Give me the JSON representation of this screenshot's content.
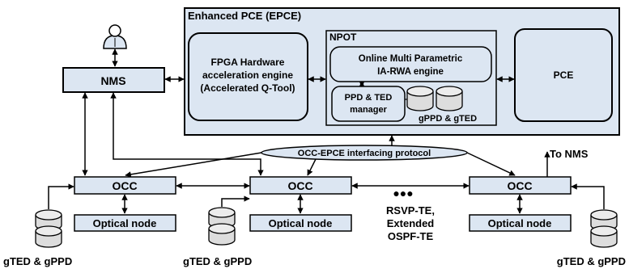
{
  "colors": {
    "box_fill": "#dce6f2",
    "stroke": "#000000",
    "background": "#ffffff"
  },
  "epce": {
    "title": "Enhanced PCE (EPCE)"
  },
  "fpga": {
    "line1": "FPGA Hardware",
    "line2": "acceleration engine",
    "line3": "(Accelerated Q-Tool)"
  },
  "npot": {
    "title": "NPOT"
  },
  "online": {
    "line1": "Online Multi Parametric",
    "line2": "IA-RWA engine"
  },
  "ppd": {
    "line1": "PPD & TED",
    "line2": "manager"
  },
  "db_center": {
    "label": "gPPD & gTED"
  },
  "pce": {
    "label": "PCE"
  },
  "nms": {
    "label": "NMS",
    "user_icon": "user-icon"
  },
  "protocol": {
    "label": "OCC-EPCE interfacing protocol"
  },
  "to_nms": {
    "label": "To NMS"
  },
  "occ": {
    "left": "OCC",
    "mid": "OCC",
    "right": "OCC"
  },
  "optical": {
    "left": "Optical node",
    "mid": "Optical node",
    "right": "Optical node"
  },
  "dbs": {
    "left": "gTED & gPPD",
    "mid": "gTED & gPPD",
    "right": "gTED & gPPD"
  },
  "rsvp": {
    "dots": "●●●",
    "line1": "RSVP-TE,",
    "line2": "Extended",
    "line3": "OSPF-TE"
  }
}
